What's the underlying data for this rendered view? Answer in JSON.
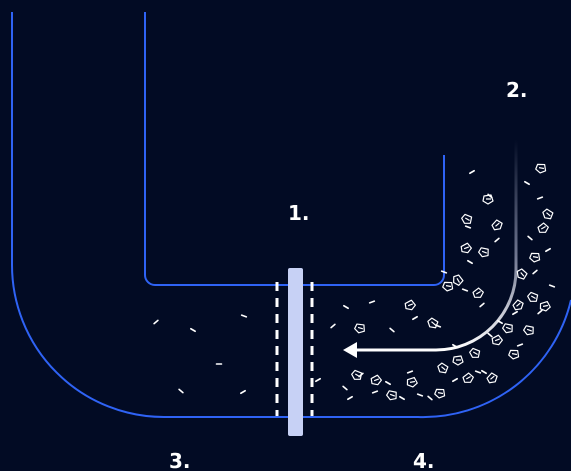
{
  "labels": {
    "filter": "1.",
    "flow": "2.",
    "left_chamber": "3.",
    "right_chamber": "4."
  },
  "colors": {
    "background": "#020b24",
    "channel": "#2f63f5",
    "filter_bar": "#c7d1f5",
    "particles": "#ffffff",
    "flow_arrow": "#ffffff"
  }
}
